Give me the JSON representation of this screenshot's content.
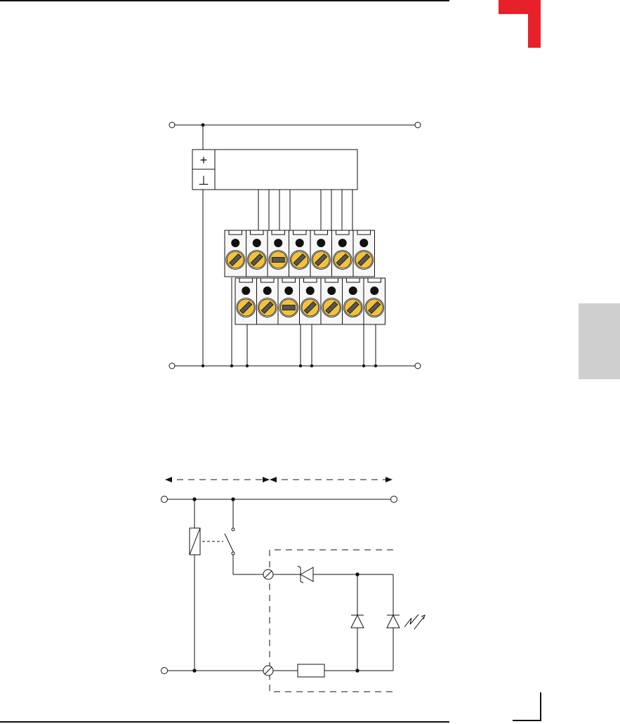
{
  "page": {
    "accent_color": "#e8202a",
    "tab_color": "#cfcfcf",
    "terminal_fill": "#f2c23a",
    "terminal_body": "#f7f7f7",
    "screw_slot_color": "#555555"
  },
  "wiring_diagram": {
    "module_symbols": [
      "+",
      "⊥"
    ],
    "upper_terminals": 7,
    "lower_terminals": 7,
    "upper_screw_types": [
      "slot",
      "slot",
      "flat",
      "slot",
      "slot",
      "slot",
      "slot"
    ],
    "lower_screw_types": [
      "slot",
      "slot",
      "flat",
      "slot",
      "slot",
      "slot",
      "slot"
    ]
  },
  "circuit_diagram": {
    "components": [
      "relay-coil",
      "switch",
      "terminal",
      "zener-diode",
      "diode",
      "led",
      "resistor",
      "terminal"
    ]
  }
}
